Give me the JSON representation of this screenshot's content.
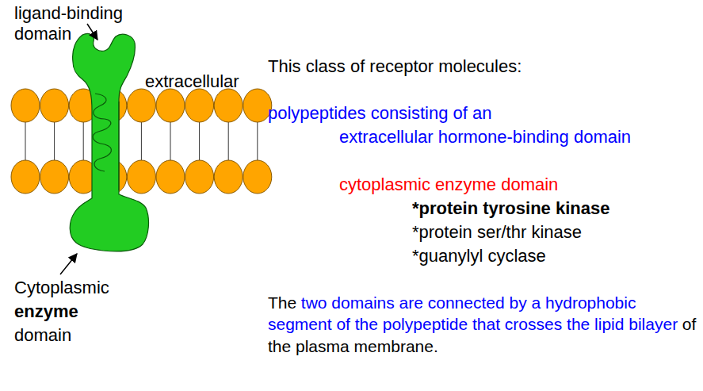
{
  "diagram": {
    "title": "This class of receptor molecules:",
    "labels": [
      "ligand-binding domain",
      "extracellular",
      "Cytoplasmic",
      "enzyme",
      "domain",
      "polypeptides consisting of an",
      "extracellular hormone-binding domain",
      "cytoplasmic enzyme domain",
      "*protein tyrosine kinase",
      "*protein ser/thr kinase",
      "*guanylyl cyclase",
      "The",
      "two domains are connected by a hydrophobic segment of the polypeptide that crosses the lipid bilayer",
      "of the plasma membrane."
    ]
  }
}
